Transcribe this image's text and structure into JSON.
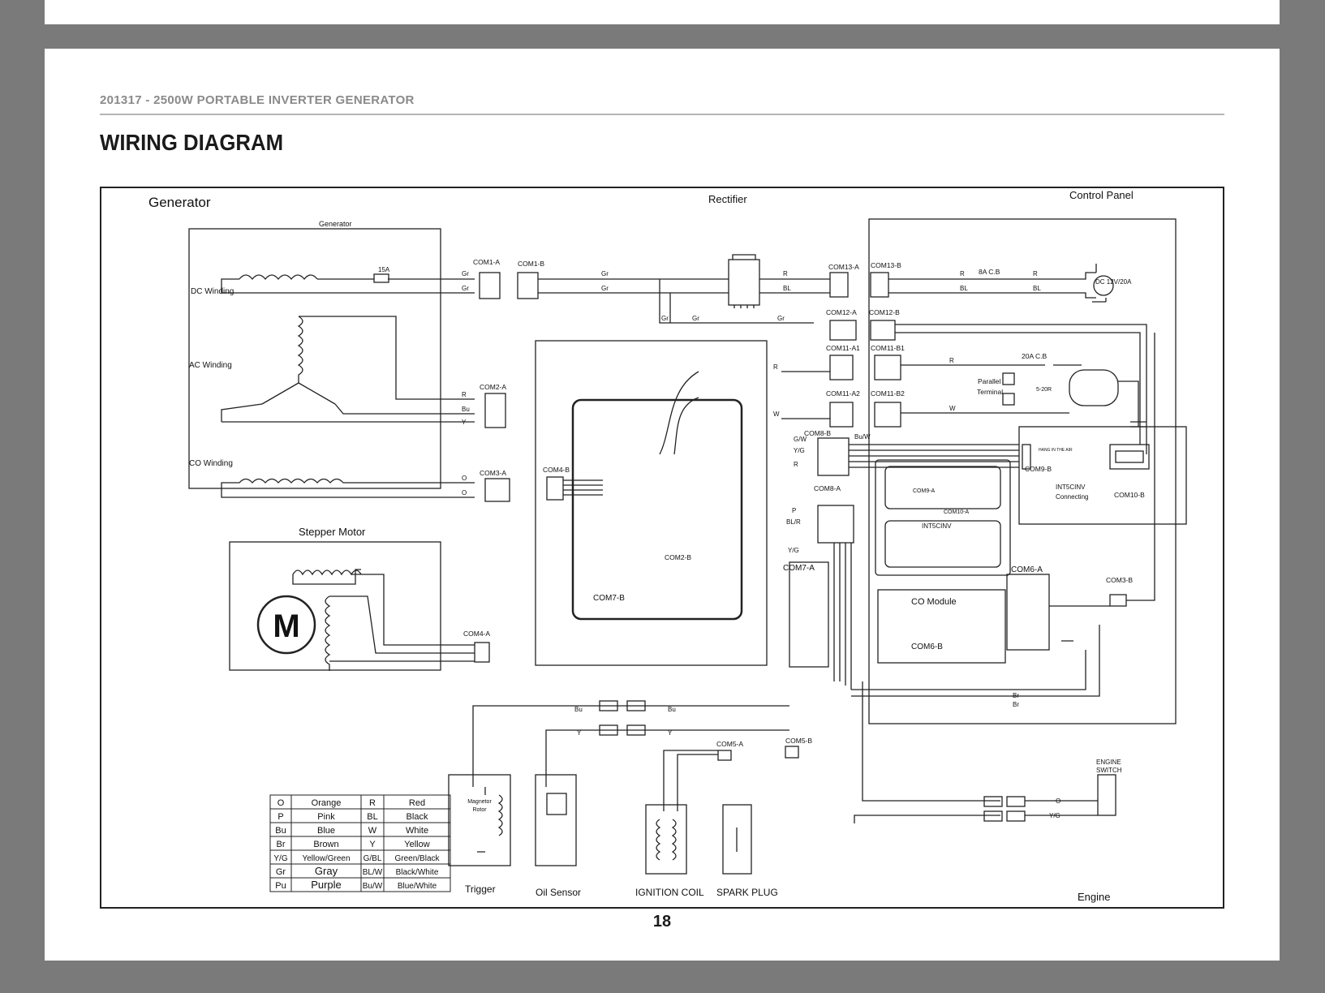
{
  "header": {
    "doc_title": "201317 - 2500W PORTABLE INVERTER GENERATOR",
    "page_title": "WIRING DIAGRAM"
  },
  "page_number": "18",
  "sections": {
    "generator": "Generator",
    "rectifier": "Rectifier",
    "control_panel": "Control  Panel",
    "stepper_motor": "Stepper  Motor",
    "engine": "Engine",
    "co_module": "CO Module"
  },
  "windings": {
    "generator_small": "Generator",
    "dc": "DC Winding",
    "ac": "AC Winding",
    "co": "CO Winding",
    "fuse": "15A"
  },
  "connectors": {
    "com1a": "COM1-A",
    "com1b": "COM1-B",
    "com2a": "COM2-A",
    "com3a": "COM3-A",
    "com4b": "COM4-B",
    "com2b": "COM2-B",
    "com7b": "COM7-B",
    "com13a": "COM13-A",
    "com13b": "COM13-B",
    "com12a": "COM12-A",
    "com12b": "COM12-B",
    "com11a1": "COM11-A1",
    "com11b1": "COM11-B1",
    "com11a2": "COM11-A2",
    "com11b2": "COM11-B2",
    "com8b": "COM8-B",
    "com8a": "COM8-A",
    "com7a": "COM7-A",
    "com9a": "COM9-A",
    "com10a": "COM10-A",
    "com9b": "COM9-B",
    "com10b": "COM10-B",
    "com6a": "COM6-A",
    "com6b": "COM6-B",
    "com3b": "COM3-B",
    "com4a": "COM4-A",
    "com5a": "COM5-A",
    "com5b": "COM5-B"
  },
  "panel": {
    "cb8": "8A C.B",
    "cb20": "20A C.B",
    "dc_out": "DC 12V/20A",
    "parallel": "Parallel",
    "terminal": "Terminal",
    "outlet": "5-20R",
    "int5cinv": "INT5CINV",
    "int5cinv_conn": "INT5CINV",
    "connecting": "Connecting",
    "hang": "HANG IN THE AIR"
  },
  "components": {
    "magnetor1": "Magnetor",
    "magnetor2": "Rotor",
    "trigger": "Trigger",
    "oil_sensor": "Oil Sensor",
    "ignition_coil": "IGNITION COIL",
    "spark_plug": "SPARK PLUG",
    "engine_switch1": "ENGINE",
    "engine_switch2": "SWITCH",
    "motor_letter": "M"
  },
  "wire_labels": {
    "gr": "Gr",
    "r": "R",
    "bl": "BL",
    "bu": "Bu",
    "y": "Y",
    "o": "O",
    "w": "W",
    "p": "P",
    "gw": "G/W",
    "yg": "Y/G",
    "buw": "Bu/W",
    "blr": "BL/R",
    "br": "Br"
  },
  "legend": [
    {
      "code": "O",
      "name": "Orange",
      "code2": "R",
      "name2": "Red"
    },
    {
      "code": "P",
      "name": "Pink",
      "code2": "BL",
      "name2": "Black"
    },
    {
      "code": "Bu",
      "name": "Blue",
      "code2": "W",
      "name2": "White"
    },
    {
      "code": "Br",
      "name": "Brown",
      "code2": "Y",
      "name2": "Yellow"
    },
    {
      "code": "Y/G",
      "name": "Yellow/Green",
      "code2": "G/BL",
      "name2": "Green/Black"
    },
    {
      "code": "Gr",
      "name": "Gray",
      "code2": "BL/W",
      "name2": "Black/White"
    },
    {
      "code": "Pu",
      "name": "Purple",
      "code2": "Bu/W",
      "name2": "Blue/White"
    }
  ]
}
